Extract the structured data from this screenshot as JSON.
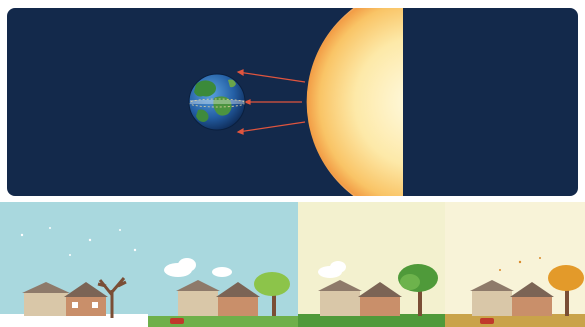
{
  "illustration": {
    "top_panel": {
      "background_color": "#13294b",
      "objects": [
        "earth-icon",
        "sun-icon",
        "sunlight-rays"
      ]
    },
    "seasons": [
      {
        "name": "winter",
        "sky_color": "#a9d8de"
      },
      {
        "name": "spring",
        "sky_color": "#a9d8de"
      },
      {
        "name": "summer",
        "sky_color": "#f3f1cf"
      },
      {
        "name": "autumn",
        "sky_color": "#f7f1d4"
      }
    ],
    "colors": {
      "sun_core": "#fffbe0",
      "sun_edge": "#f6a94a",
      "ocean": "#2a6fb3",
      "land": "#3b8a3a",
      "ray": "#e0553e"
    }
  }
}
